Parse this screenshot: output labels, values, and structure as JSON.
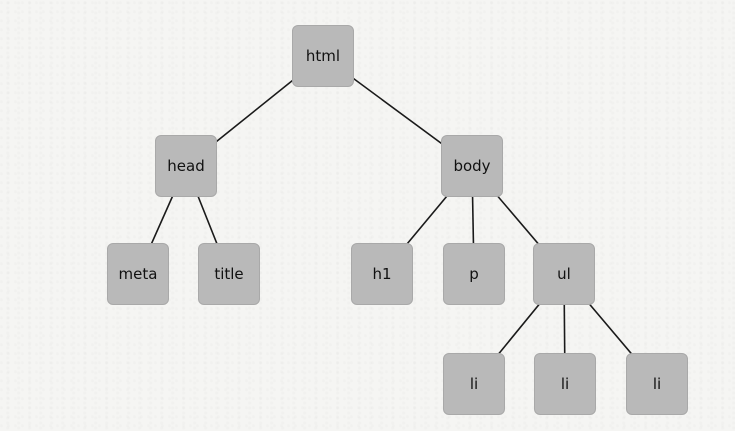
{
  "tree": {
    "nodes": {
      "html": "html",
      "head": "head",
      "body": "body",
      "meta": "meta",
      "title": "title",
      "h1": "h1",
      "p": "p",
      "ul": "ul",
      "li1": "li",
      "li2": "li",
      "li3": "li"
    },
    "edges": [
      [
        "html",
        "head"
      ],
      [
        "html",
        "body"
      ],
      [
        "head",
        "meta"
      ],
      [
        "head",
        "title"
      ],
      [
        "body",
        "h1"
      ],
      [
        "body",
        "p"
      ],
      [
        "body",
        "ul"
      ],
      [
        "ul",
        "li1"
      ],
      [
        "ul",
        "li2"
      ],
      [
        "ul",
        "li3"
      ]
    ]
  },
  "colors": {
    "node_fill": "#b9b9b9",
    "edge": "#1a1a1a",
    "background": "#f5f5f3"
  }
}
